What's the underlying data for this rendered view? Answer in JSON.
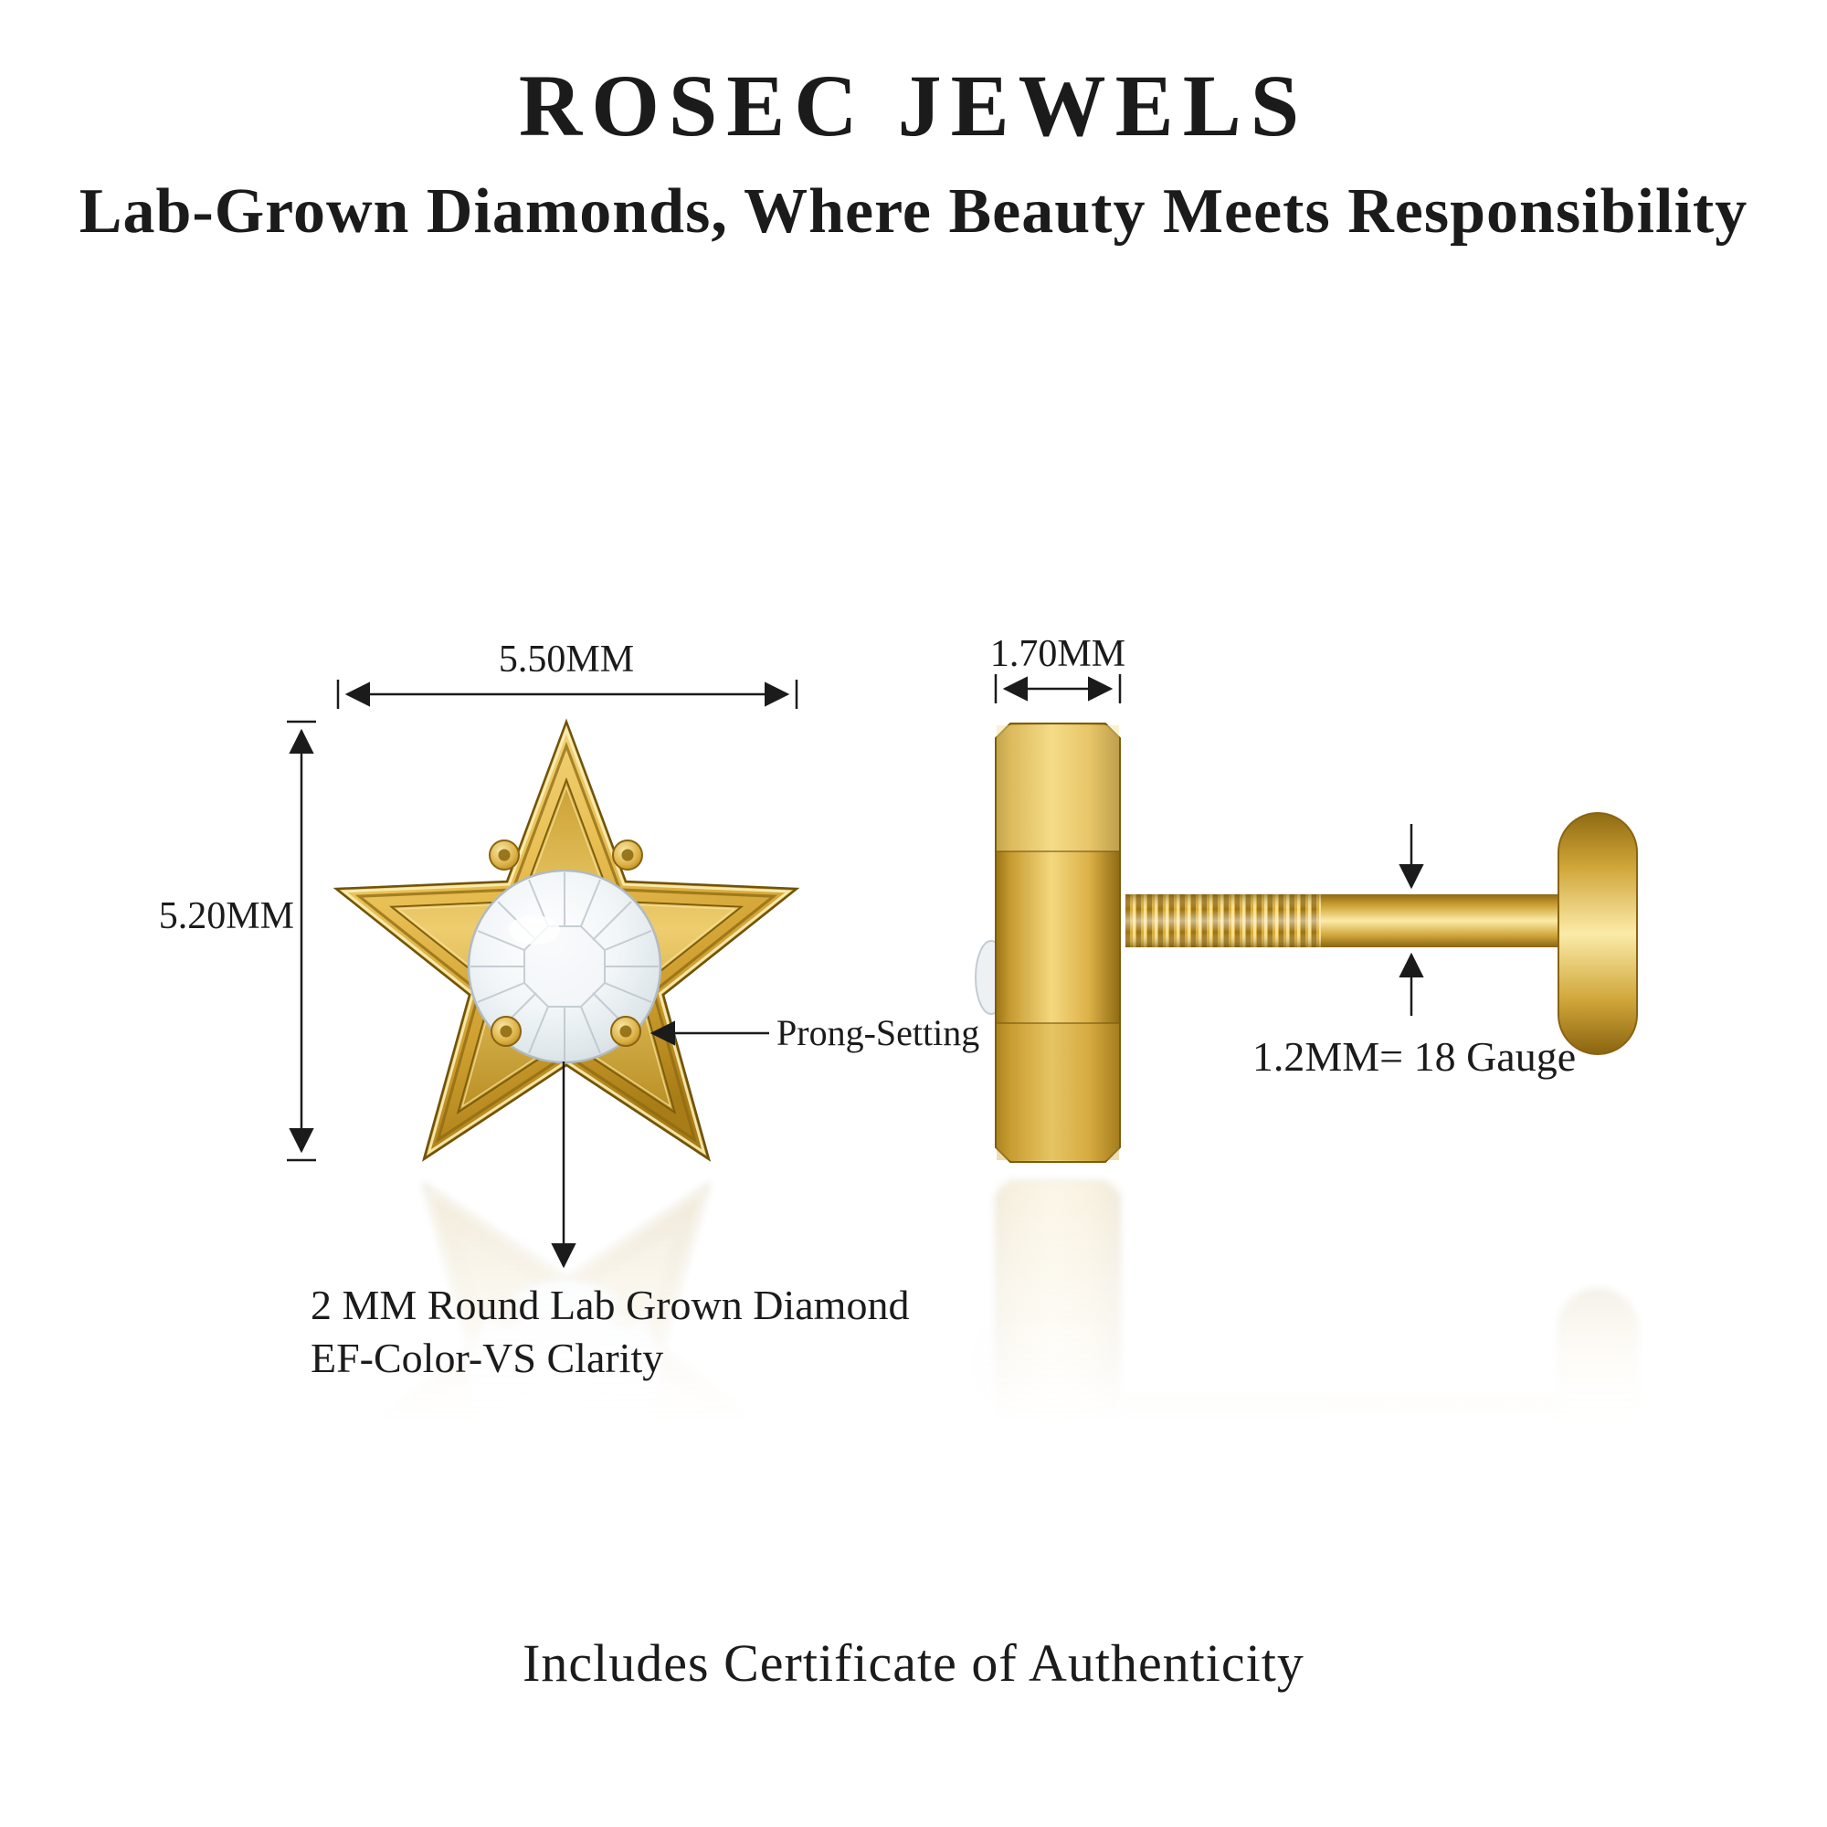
{
  "header": {
    "brand": "ROSEC JEWELS",
    "tagline": "Lab-Grown Diamonds, Where Beauty Meets Responsibility"
  },
  "front_view": {
    "width": "5.50MM",
    "height": "5.20MM",
    "prong": "Prong-Setting",
    "diamond_line1": "2 MM Round Lab Grown Diamond",
    "diamond_line2": "EF-Color-VS Clarity"
  },
  "side_view": {
    "width": "1.70MM",
    "gauge": "1.2MM= 18 Gauge"
  },
  "footer": {
    "certificate": "Includes Certificate of Authenticity"
  },
  "colors": {
    "gold_dark": "#8f6a12",
    "gold_mid": "#e3b44c",
    "gold_light": "#f9e49c",
    "diamond_fill": "#eef3f6",
    "diamond_edge": "#b0bac1",
    "text": "#1b1b1b",
    "background": "#ffffff"
  }
}
